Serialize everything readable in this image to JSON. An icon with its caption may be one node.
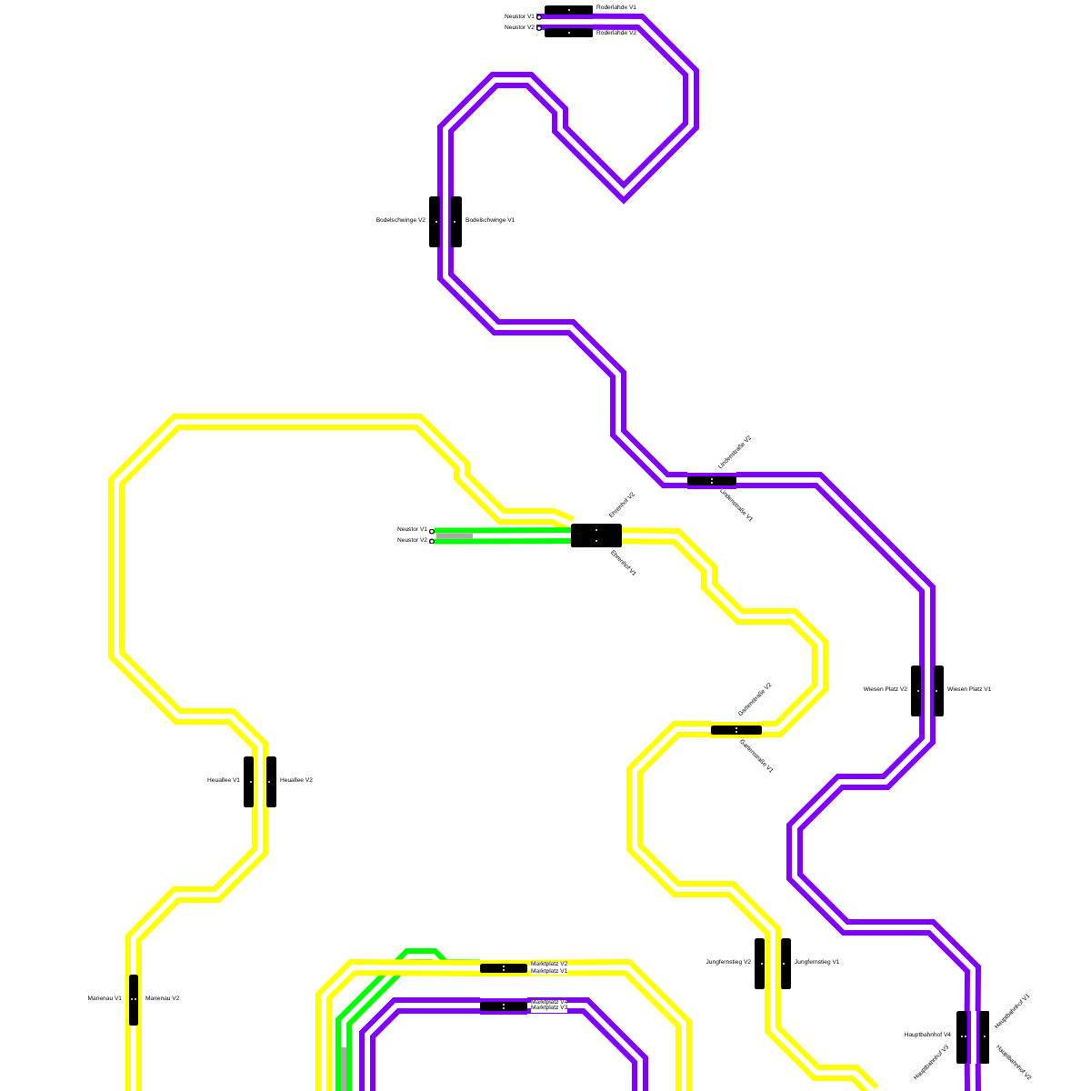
{
  "diagram": {
    "nodes": [
      {
        "text": [],
        "shape": "bar",
        "beside": [
          "Neustor V1",
          "Neustor V2",
          "Roderlahde V1",
          "Roderlahde V2"
        ]
      },
      {
        "text": [],
        "shape": "bar",
        "beside": [
          "Bodelschwinge V2",
          "Bodelschwinge V1"
        ]
      },
      {
        "text": [],
        "shape": "bar",
        "beside": [
          "Lindenstraße V2",
          "Lindenstraße V1"
        ]
      },
      {
        "text": [],
        "shape": "circle",
        "beside": [
          "Neustor V1",
          "Neustor V2"
        ]
      },
      {
        "text": [],
        "shape": "bar",
        "beside": [
          "Ehrenhof V2",
          "Ehrenhof V1"
        ]
      },
      {
        "text": [],
        "shape": "bar",
        "beside": [
          "Wiesen Platz V2",
          "Wiesen Platz V1"
        ]
      },
      {
        "text": [],
        "shape": "bar",
        "beside": [
          "Gartenstraße V2",
          "Gartenstraße V1"
        ]
      },
      {
        "text": [],
        "shape": "bar",
        "beside": [
          "Heuallee V1",
          "Heuallee V2"
        ]
      },
      {
        "text": [],
        "shape": "bar",
        "beside": [
          "Jungfernstieg V2",
          "Jungfernstieg V1"
        ]
      },
      {
        "text": [],
        "shape": "bar",
        "beside": [
          "Marktplatz V2",
          "Marktplatz V1"
        ]
      },
      {
        "text": [],
        "shape": "bar",
        "beside": [
          "Marienau V1",
          "Marienau V2"
        ]
      },
      {
        "text": [],
        "shape": "bar",
        "beside": [
          "Marktplatz V4",
          "Marktplatz V3"
        ]
      },
      {
        "text": [],
        "shape": "bar",
        "beside": [
          "Hauptbahnhof V1",
          "Hauptbahnhof V4",
          "Hauptbahnhof V3",
          "Hauptbahnhof V2"
        ]
      }
    ],
    "edges": [
      {
        "from": 0,
        "to": 1,
        "arrow": "none",
        "color": "#8000ff"
      },
      {
        "from": 1,
        "to": 2,
        "arrow": "none",
        "color": "#8000ff"
      },
      {
        "from": 2,
        "to": 5,
        "arrow": "none",
        "color": "#8000ff"
      },
      {
        "from": 5,
        "to": 12,
        "arrow": "none",
        "color": "#8000ff"
      },
      {
        "from": 12,
        "to": null,
        "arrow": "none",
        "color": "#8000ff"
      },
      {
        "from": null,
        "to": 10,
        "arrow": "none"
      },
      {
        "from": 10,
        "to": 7,
        "arrow": "none"
      },
      {
        "from": 7,
        "to": 4,
        "arrow": "none"
      },
      {
        "from": 3,
        "to": 4,
        "arrow": "none",
        "color": "#00ff00"
      },
      {
        "from": 4,
        "to": 6,
        "arrow": "none"
      },
      {
        "from": 6,
        "to": 8,
        "arrow": "none"
      },
      {
        "from": 8,
        "to": null,
        "arrow": "none"
      },
      {
        "from": null,
        "to": 9,
        "arrow": "none",
        "color": "#00ff00"
      },
      {
        "from": null,
        "to": 9,
        "arrow": "none"
      },
      {
        "from": 9,
        "to": null,
        "arrow": "none"
      },
      {
        "from": null,
        "to": 11,
        "arrow": "none",
        "color": "#8000ff"
      },
      {
        "from": 11,
        "to": null,
        "arrow": "none",
        "color": "#8000ff"
      }
    ]
  }
}
